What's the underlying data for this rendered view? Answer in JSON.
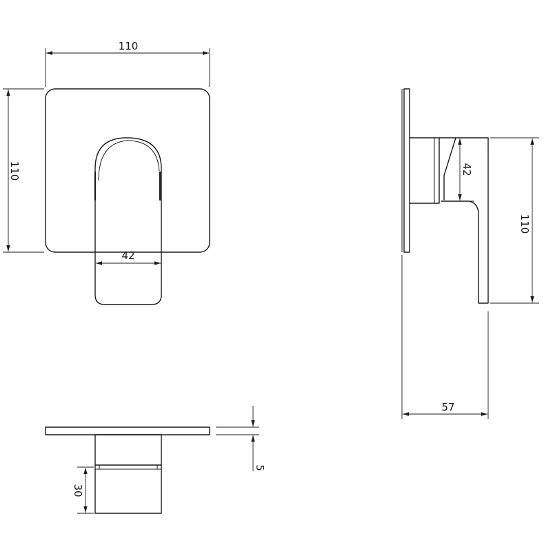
{
  "dimensions": {
    "front_width": "110",
    "front_height": "110",
    "front_lever_width": "42",
    "side_lever_height": "42",
    "side_height": "110",
    "side_depth": "57",
    "top_plate_thickness": "5",
    "top_body_depth": "30"
  }
}
